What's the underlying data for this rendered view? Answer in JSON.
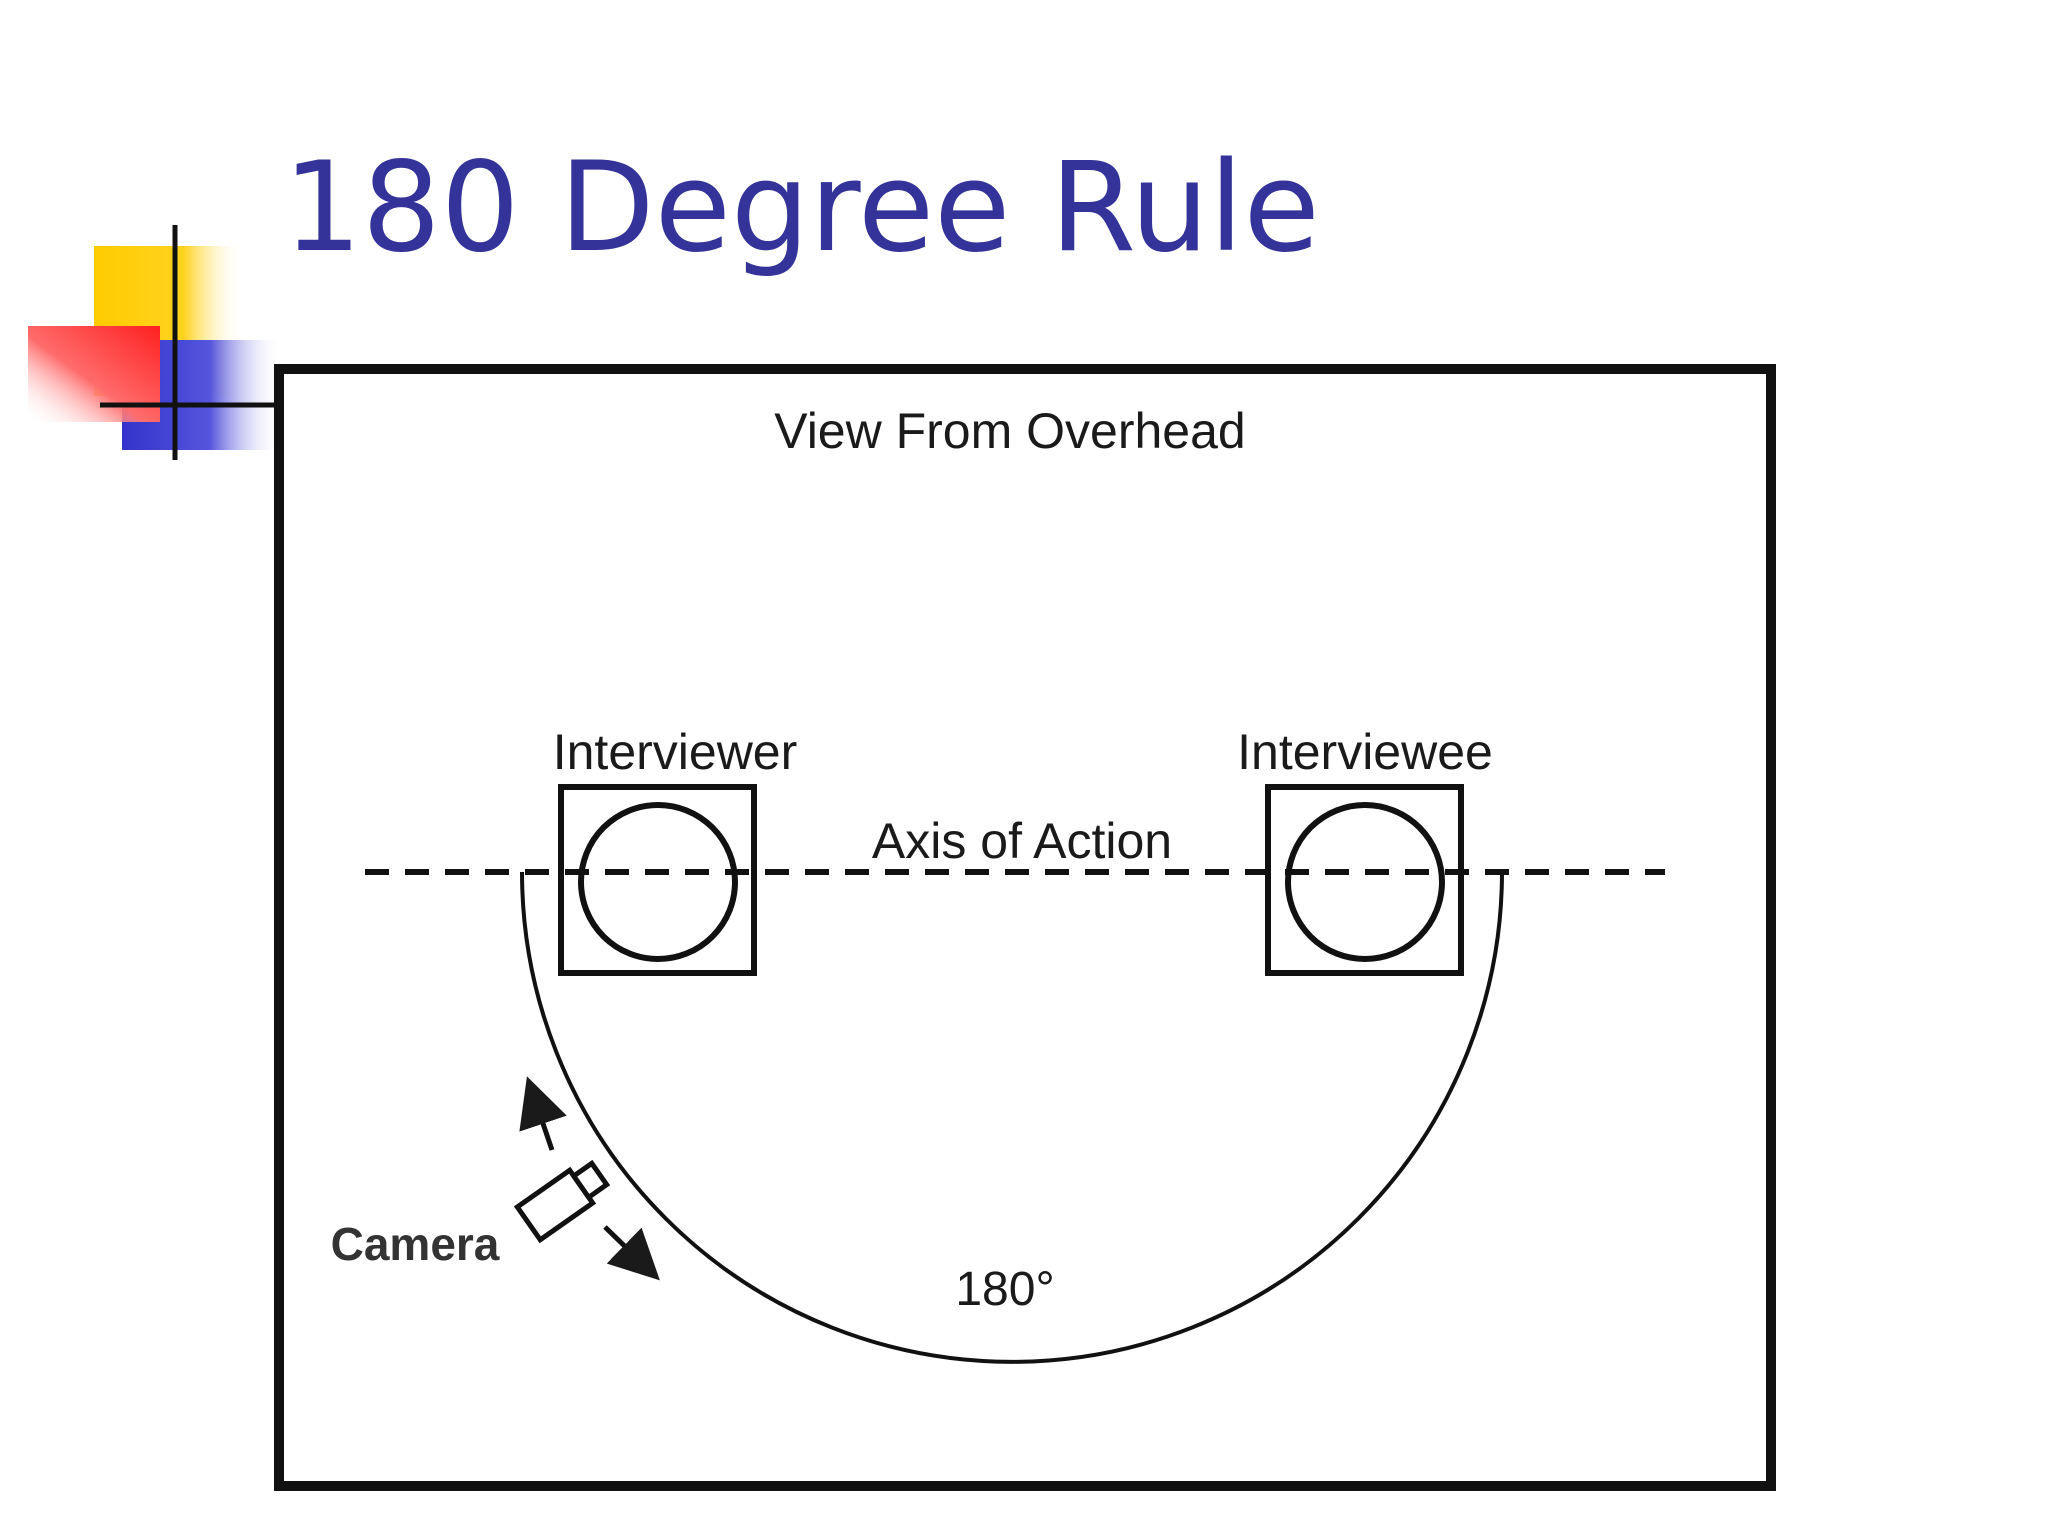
{
  "slide": {
    "title": "180 Degree Rule"
  },
  "diagram": {
    "heading": "View From Overhead",
    "subjects": [
      {
        "label": "Interviewer"
      },
      {
        "label": "Interviewee"
      }
    ],
    "axis_label": "Axis of Action",
    "camera_label": "Camera",
    "angle_label": "180°"
  },
  "colors": {
    "title": "#333399",
    "logo_yellow": "#ffcc00",
    "logo_red": "#ff3333",
    "logo_blue": "#3333cc",
    "ink": "#1a1a1a"
  }
}
